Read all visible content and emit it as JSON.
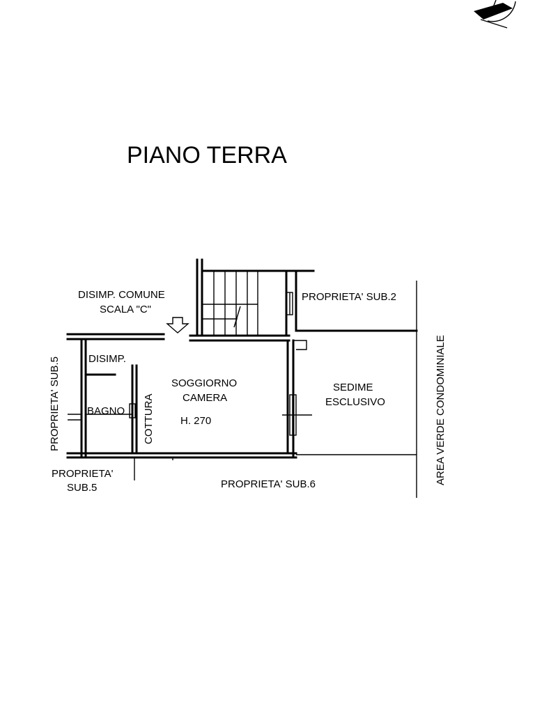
{
  "title": "PIANO TERRA",
  "labels": {
    "disimp_comune_line1": "DISIMP. COMUNE",
    "disimp_comune_line2": "SCALA \"C\"",
    "proprieta_sub2": "PROPRIETA' SUB.2",
    "area_verde": "AREA VERDE CONDOMINIALE",
    "proprieta_sub5_vertical": "PROPRIETA' SUB.5",
    "disimp": "DISIMP.",
    "soggiorno_line1": "SOGGIORNO",
    "soggiorno_line2": "CAMERA",
    "height": "H. 270",
    "sedime_line1": "SEDIME",
    "sedime_line2": "ESCLUSIVO",
    "bagno": "BAGNO",
    "cottura": "COTTURA",
    "proprieta_sub5_bottom_line1": "PROPRIETA'",
    "proprieta_sub5_bottom_line2": "SUB.5",
    "proprieta_sub6": "PROPRIETA' SUB.6"
  }
}
